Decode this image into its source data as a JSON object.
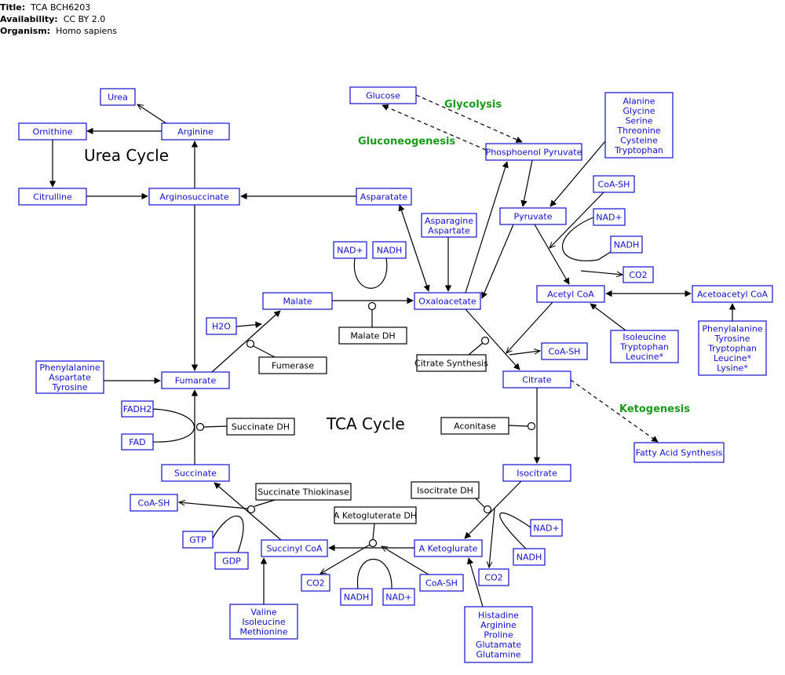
{
  "meta": {
    "title_label": "Title:",
    "title": "TCA BCH6203",
    "availability_label": "Availability:",
    "availability": "CC BY 2.0",
    "organism_label": "Organism:",
    "organism": "Homo sapiens"
  },
  "colors": {
    "metabolite": "#1010d0",
    "enzyme": "#000000",
    "process": "#1a9a1a"
  },
  "labels": {
    "urea_cycle": "Urea Cycle",
    "tca_cycle": "TCA Cycle",
    "glycolysis": "Glycolysis",
    "gluconeogenesis": "Gluconeogenesis",
    "ketogenesis": "Ketogenesis"
  },
  "nodes": {
    "urea": [
      "Urea"
    ],
    "ornithine": [
      "Ornithine"
    ],
    "arginine": [
      "Arginine"
    ],
    "citrulline": [
      "Citrulline"
    ],
    "arginosuccinate": [
      "Arginosuccinate"
    ],
    "asparatate": [
      "Asparatate"
    ],
    "glucose": [
      "Glucose"
    ],
    "pep": [
      "Phosphoenol Pyruvate"
    ],
    "aminoacids_top": [
      "Alanine",
      "Glycine",
      "Serine",
      "Threonine",
      "Cysteine",
      "Tryptophan"
    ],
    "coash_top": [
      "CoA-SH"
    ],
    "nad_top": [
      "NAD+"
    ],
    "nadh_top": [
      "NADH"
    ],
    "pyruvate": [
      "Pyruvate"
    ],
    "co2_top": [
      "CO2"
    ],
    "asparagine": [
      "Asparagine",
      "Aspartate"
    ],
    "nad_malate": [
      "NAD+"
    ],
    "nadh_malate": [
      "NADH"
    ],
    "malate": [
      "Malate"
    ],
    "oxaloacetate": [
      "Oxaloacetate"
    ],
    "acetylcoa": [
      "Acetyl CoA"
    ],
    "acetoacetylcoa": [
      "Acetoacetyl CoA"
    ],
    "ile_trp_leu": [
      "Isoleucine",
      "Tryptophan",
      "Leucine*"
    ],
    "phe_group_right": [
      "Phenylalanine",
      "Tyrosine",
      "Tryptophan",
      "Leucine*",
      "Lysine*"
    ],
    "h2o": [
      "H2O"
    ],
    "coash_mid": [
      "CoA-SH"
    ],
    "phe_group_left": [
      "Phenylalanine",
      "Aspartate",
      "Tyrosine"
    ],
    "fumarate": [
      "Fumarate"
    ],
    "citrate": [
      "Citrate"
    ],
    "fadh2": [
      "FADH2"
    ],
    "fad": [
      "FAD"
    ],
    "fatty_acid": [
      "Fatty Acid Synthesis"
    ],
    "succinate": [
      "Succinate"
    ],
    "isocitrate": [
      "Isocitrate"
    ],
    "coash_left": [
      "CoA-SH"
    ],
    "gtp": [
      "GTP"
    ],
    "gdp": [
      "GDP"
    ],
    "succinylcoa": [
      "Succinyl CoA"
    ],
    "aketoglutarate": [
      "A Ketoglurate"
    ],
    "nad_right": [
      "NAD+"
    ],
    "nadh_right": [
      "NADH"
    ],
    "co2_right": [
      "CO2"
    ],
    "co2_bottom": [
      "CO2"
    ],
    "coash_bottom": [
      "CoA-SH"
    ],
    "nadh_bottom": [
      "NADH"
    ],
    "nad_bottom": [
      "NAD+"
    ],
    "val_ile_met": [
      "Valine",
      "Isoleucine",
      "Methionine"
    ],
    "his_group": [
      "Histadine",
      "Arginine",
      "Proline",
      "Glutamate",
      "Glutamine"
    ]
  },
  "enzymes": {
    "malate_dh": "Malate DH",
    "fumerase": "Fumerase",
    "citrate_synthesis": "Citrate Synthesis",
    "succinate_dh": "Succinate DH",
    "aconitase": "Aconitase",
    "succinate_thiokinase": "Succinate Thiokinase",
    "isocitrate_dh": "Isocitrate DH",
    "aketoglutarate_dh": "A Ketogluterate DH"
  }
}
